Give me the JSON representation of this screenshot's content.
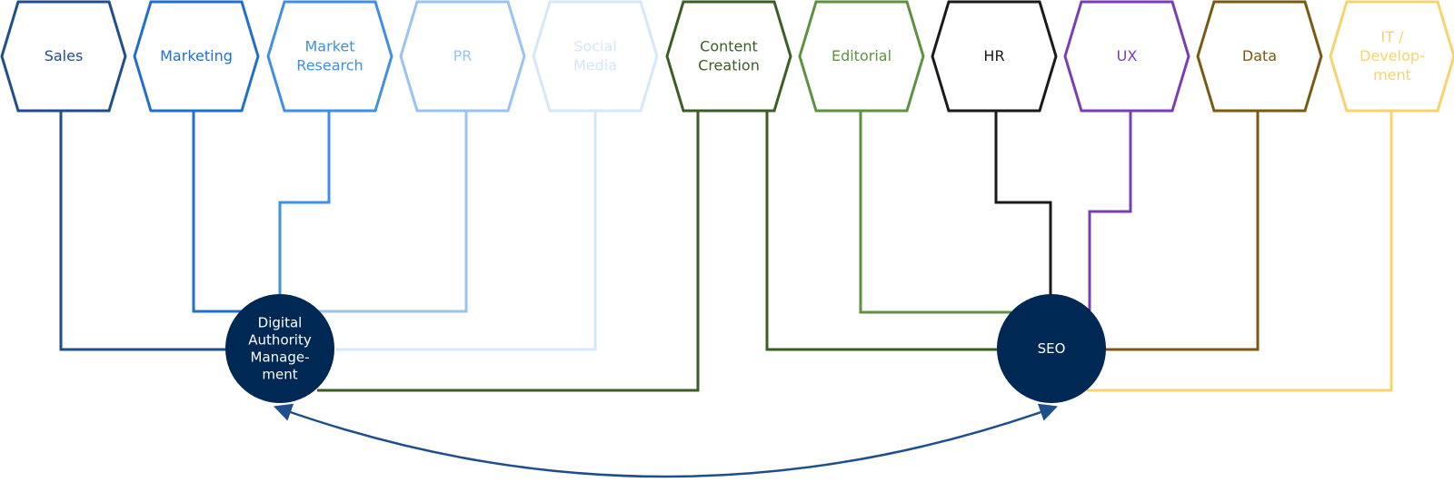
{
  "departments": [
    {
      "id": "sales",
      "lines": [
        "Sales"
      ],
      "color": "#1f4e8c",
      "hub": "dam"
    },
    {
      "id": "marketing",
      "lines": [
        "Marketing"
      ],
      "color": "#1f6fd0",
      "hub": "dam"
    },
    {
      "id": "market-research",
      "lines": [
        "Market",
        "Research"
      ],
      "color": "#3f8fe6",
      "hub": "dam"
    },
    {
      "id": "pr",
      "lines": [
        "PR"
      ],
      "color": "#99c3f2",
      "hub": "dam"
    },
    {
      "id": "social-media",
      "lines": [
        "Social",
        "Media"
      ],
      "color": "#d6e7fa",
      "hub": "dam"
    },
    {
      "id": "content-creation",
      "lines": [
        "Content",
        "Creation"
      ],
      "color": "#3b5e24",
      "hub": "both"
    },
    {
      "id": "editorial",
      "lines": [
        "Editorial"
      ],
      "color": "#5f9140",
      "hub": "seo"
    },
    {
      "id": "hr",
      "lines": [
        "HR"
      ],
      "color": "#1a1a1a",
      "hub": "seo"
    },
    {
      "id": "ux",
      "lines": [
        "UX"
      ],
      "color": "#7a3db8",
      "hub": "seo"
    },
    {
      "id": "data",
      "lines": [
        "Data"
      ],
      "color": "#7a5a12",
      "hub": "seo"
    },
    {
      "id": "it-development",
      "lines": [
        "IT /",
        "Develop-",
        "ment"
      ],
      "color": "#f7d36e",
      "hub": "seo"
    }
  ],
  "hubs": {
    "dam": {
      "lines": [
        "Digital",
        "Authority",
        "Manage-",
        "ment"
      ],
      "color": "#002855"
    },
    "seo": {
      "lines": [
        "SEO"
      ],
      "color": "#002855"
    }
  },
  "arrow_color": "#1f4e8c"
}
